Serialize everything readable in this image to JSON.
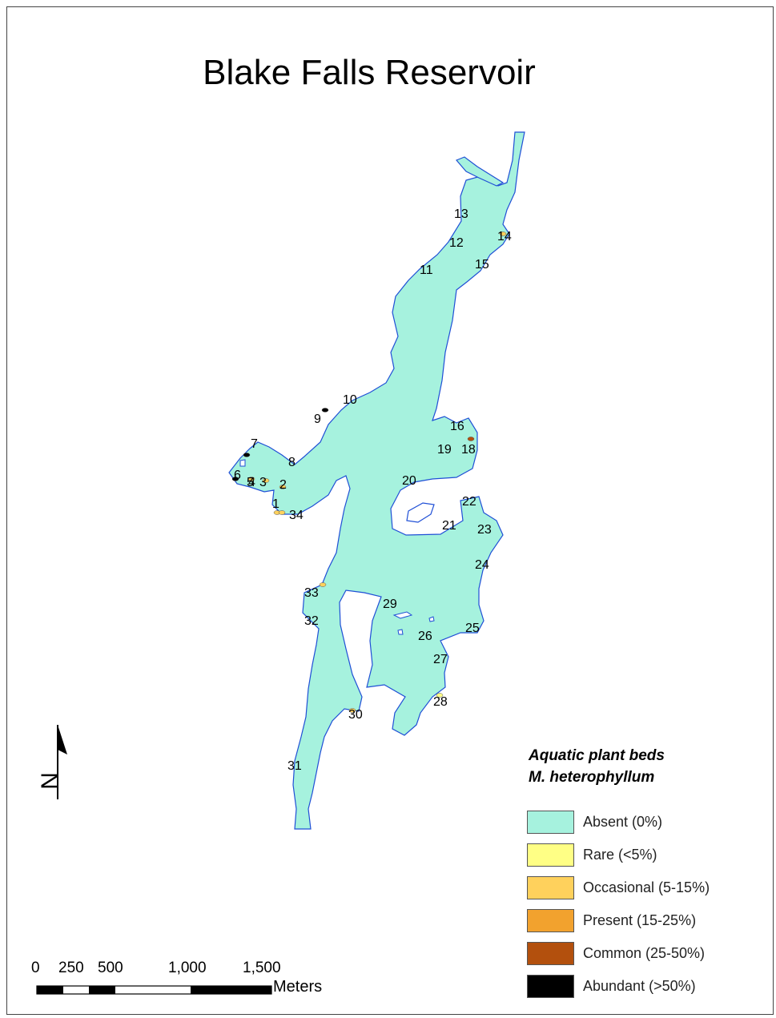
{
  "map": {
    "title": "Blake Falls Reservoir",
    "water_color": "#a6f2de",
    "shore_color": "#1f4fd6"
  },
  "sites": [
    {
      "id": "1",
      "category": "occasional"
    },
    {
      "id": "2",
      "category": "occasional"
    },
    {
      "id": "3",
      "category": "occasional"
    },
    {
      "id": "4",
      "category": "absent"
    },
    {
      "id": "5",
      "category": "occasional"
    },
    {
      "id": "6",
      "category": "abundant"
    },
    {
      "id": "7",
      "category": "abundant"
    },
    {
      "id": "8",
      "category": "absent"
    },
    {
      "id": "9",
      "category": "abundant"
    },
    {
      "id": "10",
      "category": "absent"
    },
    {
      "id": "11",
      "category": "absent"
    },
    {
      "id": "12",
      "category": "absent"
    },
    {
      "id": "13",
      "category": "absent"
    },
    {
      "id": "14",
      "category": "occasional"
    },
    {
      "id": "15",
      "category": "absent"
    },
    {
      "id": "16",
      "category": "absent"
    },
    {
      "id": "18",
      "category": "common"
    },
    {
      "id": "19",
      "category": "absent"
    },
    {
      "id": "20",
      "category": "absent"
    },
    {
      "id": "21",
      "category": "absent"
    },
    {
      "id": "22",
      "category": "absent"
    },
    {
      "id": "23",
      "category": "absent"
    },
    {
      "id": "24",
      "category": "absent"
    },
    {
      "id": "25",
      "category": "absent"
    },
    {
      "id": "26",
      "category": "absent"
    },
    {
      "id": "27",
      "category": "absent"
    },
    {
      "id": "28",
      "category": "rare"
    },
    {
      "id": "29",
      "category": "absent"
    },
    {
      "id": "30",
      "category": "occasional"
    },
    {
      "id": "31",
      "category": "absent"
    },
    {
      "id": "32",
      "category": "absent"
    },
    {
      "id": "33",
      "category": "occasional"
    },
    {
      "id": "34",
      "category": "occasional"
    }
  ],
  "legend": {
    "title_line1": "Aquatic plant beds",
    "title_line2": "M. heterophyllum",
    "items": [
      {
        "key": "absent",
        "label": "Absent (0%)",
        "color": "#a6f2de"
      },
      {
        "key": "rare",
        "label": "Rare (<5%)",
        "color": "#ffff85"
      },
      {
        "key": "occasional",
        "label": "Occasional (5-15%)",
        "color": "#ffd15c"
      },
      {
        "key": "present",
        "label": "Present (15-25%)",
        "color": "#f2a22e"
      },
      {
        "key": "common",
        "label": "Common (25-50%)",
        "color": "#b3500d"
      },
      {
        "key": "abundant",
        "label": "Abundant (>50%)",
        "color": "#000000"
      }
    ]
  },
  "scale_bar": {
    "tick_labels": [
      "0",
      "250",
      "500",
      "1,000",
      "1,500"
    ],
    "unit": "Meters"
  },
  "north_arrow": {
    "letter": "N",
    "icon": "north-arrow-icon"
  }
}
